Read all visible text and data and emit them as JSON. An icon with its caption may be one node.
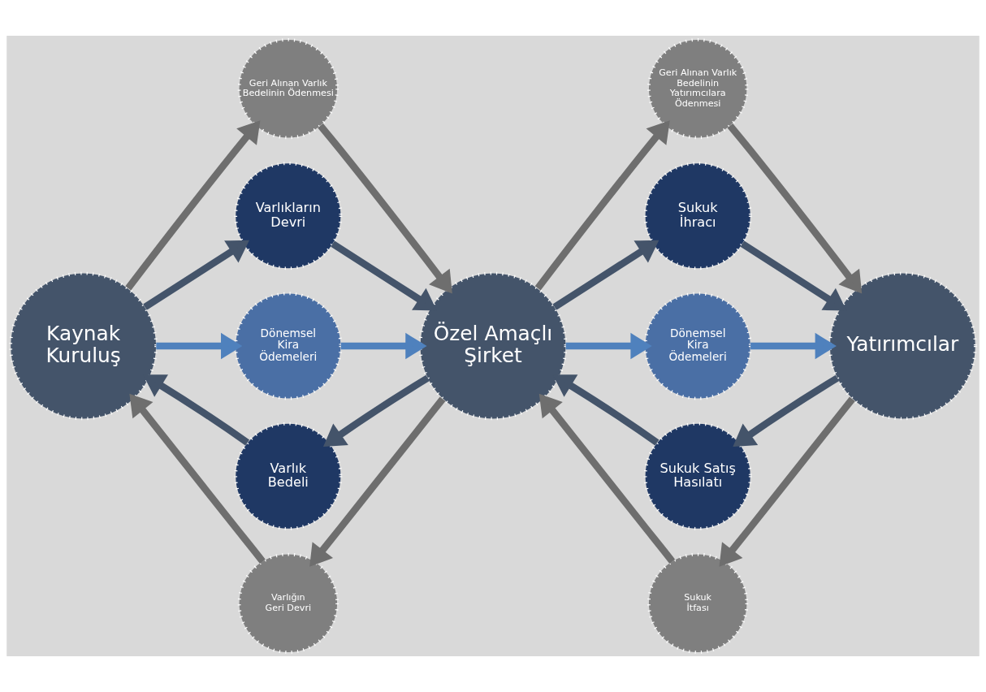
{
  "diagram": {
    "nodes": [
      {
        "text": [
          "Geri Alınan Varlık Bedelinin Ödenmesi"
        ]
      },
      {
        "text": [
          "Geri Alınan Varlık Bedelinin Yatırımcılara Ödenmesi"
        ]
      },
      {
        "text": [
          "Varlıkların Devri"
        ]
      },
      {
        "text": [
          "Sukuk İhracı"
        ]
      },
      {
        "text": [
          "Kaynak Kuruluş"
        ]
      },
      {
        "text": [
          "Dönemsel Kira Ödemeleri"
        ]
      },
      {
        "text": [
          "Özel Amaçlı Şirket"
        ]
      },
      {
        "text": [
          "Dönemsel Kira Ödemeleri"
        ]
      },
      {
        "text": [
          "Yatırımcılar"
        ]
      },
      {
        "text": [
          "Varlık Bedeli"
        ]
      },
      {
        "text": [
          "Sukuk Satış Hasılatı"
        ]
      },
      {
        "text": [
          "Varlığın Geri Devri"
        ]
      },
      {
        "text": [
          "Sukuk İtfası"
        ]
      }
    ],
    "edges": [
      {
        "from": 4,
        "to": 0,
        "arrow": "to",
        "color": "#6e6e6e"
      },
      {
        "from": 0,
        "to": 6,
        "arrow": "to",
        "color": "#6e6e6e"
      },
      {
        "from": 4,
        "to": 2,
        "arrow": "to"
      },
      {
        "from": 2,
        "to": 6,
        "arrow": "to"
      },
      {
        "from": 4,
        "to": 5,
        "arrow": "to",
        "color": "#4f81bd"
      },
      {
        "from": 5,
        "to": 6,
        "arrow": "to",
        "color": "#4f81bd"
      },
      {
        "from": 6,
        "to": 9,
        "arrow": "to"
      },
      {
        "from": 9,
        "to": 4,
        "arrow": "to"
      },
      {
        "from": 6,
        "to": 11,
        "arrow": "to",
        "color": "#6e6e6e"
      },
      {
        "from": 11,
        "to": 4,
        "arrow": "to",
        "color": "#6e6e6e"
      },
      {
        "from": 6,
        "to": 1,
        "arrow": "to",
        "color": "#6e6e6e"
      },
      {
        "from": 1,
        "to": 8,
        "arrow": "to",
        "color": "#6e6e6e"
      },
      {
        "from": 6,
        "to": 3,
        "arrow": "to"
      },
      {
        "from": 3,
        "to": 8,
        "arrow": "to"
      },
      {
        "from": 6,
        "to": 7,
        "arrow": "to",
        "color": "#4f81bd"
      },
      {
        "from": 7,
        "to": 8,
        "arrow": "to",
        "color": "#4f81bd"
      },
      {
        "from": 8,
        "to": 10,
        "arrow": "to"
      },
      {
        "from": 10,
        "to": 6,
        "arrow": "to"
      },
      {
        "from": 8,
        "to": 12,
        "arrow": "to",
        "color": "#6e6e6e"
      },
      {
        "from": 12,
        "to": 6,
        "arrow": "to",
        "color": "#6e6e6e"
      }
    ]
  }
}
